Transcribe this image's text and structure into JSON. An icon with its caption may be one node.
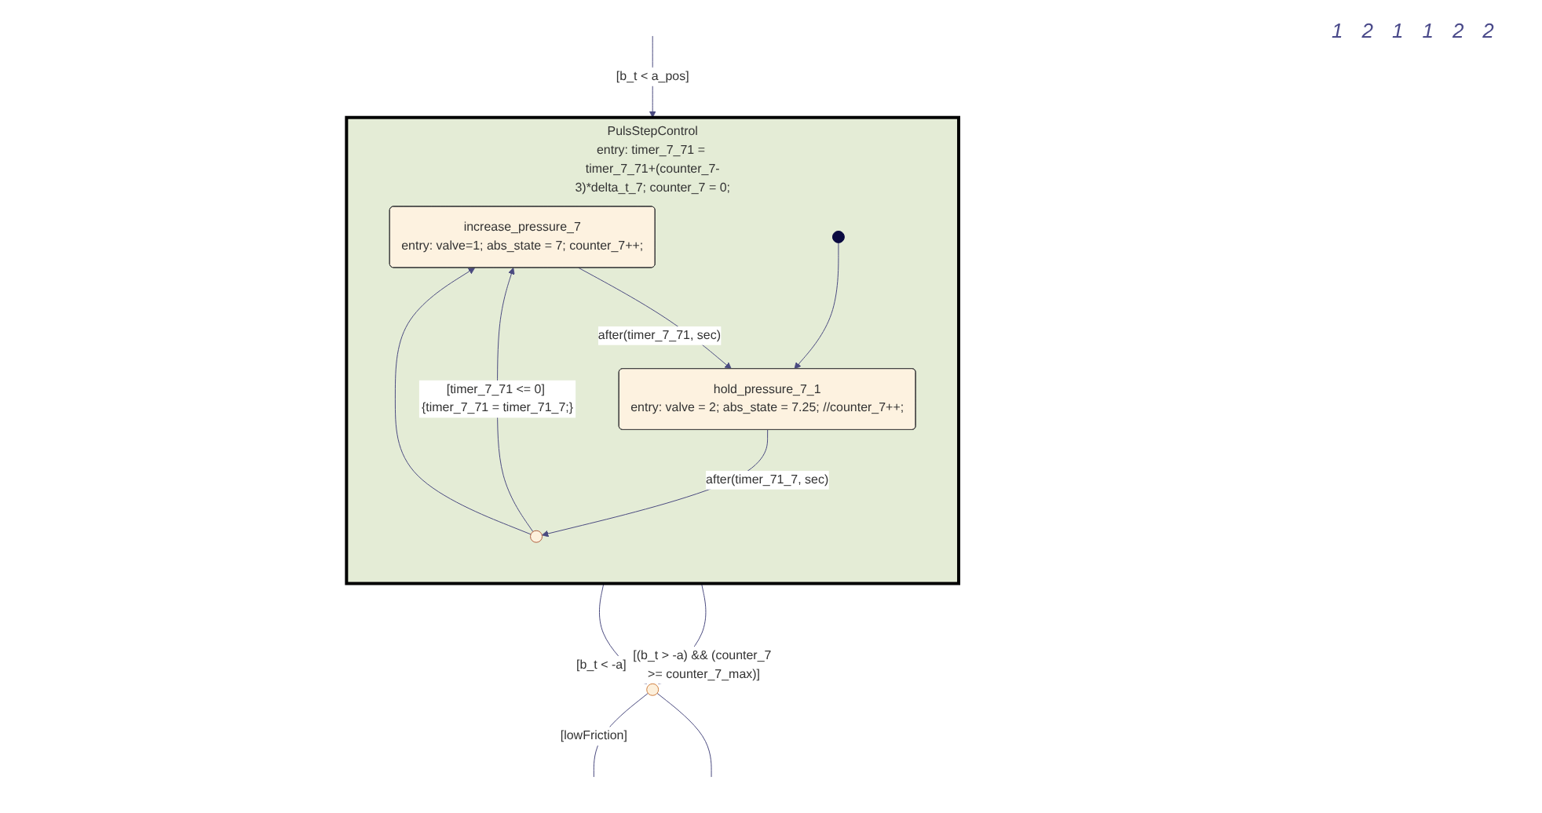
{
  "diagram": {
    "nodes": [
      {
        "text": [
          "PulsStepControl",
          "entry: timer_7_71 = timer_7_71+(counter_7-3)*delta_t_7; counter_7 = 0;"
        ]
      },
      {
        "text": [
          "increase_pressure_7",
          "entry: valve=1; abs_state = 7; counter_7++;"
        ],
        "in": 0
      },
      {
        "text": [
          "hold_pressure_7_1",
          "entry: valve = 2; abs_state = 7.25; //counter_7++;"
        ],
        "in": 0
      },
      {
        "text": [],
        "shape": "circle",
        "in": 0
      },
      {
        "text": [],
        "shape": "circle",
        "in": 0
      },
      {
        "text": [],
        "shape": "circle"
      }
    ],
    "edges": [
      {
        "from": null,
        "to": 0,
        "arrow": "to",
        "label": "[b_t < a_pos]"
      },
      {
        "from": 5,
        "to": null,
        "arrow": "none",
        "label": "[lowFriction]"
      },
      {
        "from": 5,
        "to": null,
        "arrow": "none"
      },
      {
        "from": 1,
        "to": 2,
        "arrow": "to",
        "label": "after(timer_7_71, sec)"
      },
      {
        "from": 4,
        "to": 2,
        "arrow": "to"
      },
      {
        "from": 2,
        "to": 3,
        "arrow": "to",
        "label": "after(timer_71_7, sec)"
      },
      {
        "from": 3,
        "to": 1,
        "arrow": "to",
        "label": "[timer_7_71 <= 0] {timer_7_71 = timer_71_7;}"
      },
      {
        "from": 3,
        "to": 1,
        "arrow": "to"
      },
      {
        "from": 0,
        "to": 5,
        "arrow": "to",
        "label": "[b_t < -a]"
      },
      {
        "from": 0,
        "to": 5,
        "arrow": "to",
        "label": "[(b_t > -a) && (counter_7 >= counter_7_max)]"
      }
    ],
    "labels": [
      "1",
      "2",
      "1",
      "1",
      "2",
      "2"
    ]
  }
}
